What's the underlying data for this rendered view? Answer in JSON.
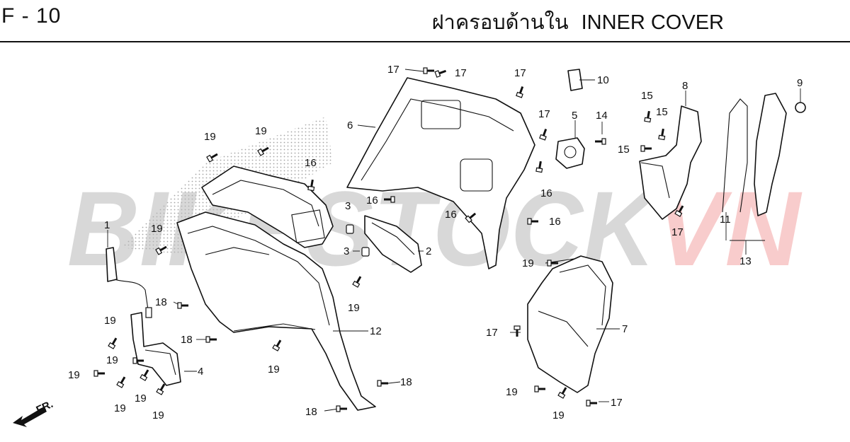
{
  "header": {
    "page_code": "F - 10",
    "title_thai": "ฝาครอบด้านใน",
    "title_en": "INNER COVER"
  },
  "watermark": {
    "main": "BIKESTOCK",
    "accent": "VN",
    "main_color": "#b9b9b9",
    "accent_color": "#f4a3a3"
  },
  "direction_label": "FR.",
  "callouts": [
    {
      "id": "c1",
      "text": "1"
    },
    {
      "id": "c2",
      "text": "2"
    },
    {
      "id": "c3a",
      "text": "3"
    },
    {
      "id": "c3b",
      "text": "3"
    },
    {
      "id": "c4",
      "text": "4"
    },
    {
      "id": "c5",
      "text": "5"
    },
    {
      "id": "c6",
      "text": "6"
    },
    {
      "id": "c7",
      "text": "7"
    },
    {
      "id": "c8",
      "text": "8"
    },
    {
      "id": "c9",
      "text": "9"
    },
    {
      "id": "c10",
      "text": "10"
    },
    {
      "id": "c11",
      "text": "11"
    },
    {
      "id": "c12",
      "text": "12"
    },
    {
      "id": "c13",
      "text": "13"
    },
    {
      "id": "c14",
      "text": "14"
    },
    {
      "id": "c15a",
      "text": "15"
    },
    {
      "id": "c15b",
      "text": "15"
    },
    {
      "id": "c15c",
      "text": "15"
    },
    {
      "id": "c16a",
      "text": "16"
    },
    {
      "id": "c16b",
      "text": "16"
    },
    {
      "id": "c16c",
      "text": "16"
    },
    {
      "id": "c16d",
      "text": "16"
    },
    {
      "id": "c16e",
      "text": "16"
    },
    {
      "id": "c17a",
      "text": "17"
    },
    {
      "id": "c17b",
      "text": "17"
    },
    {
      "id": "c17c",
      "text": "17"
    },
    {
      "id": "c17d",
      "text": "17"
    },
    {
      "id": "c17e",
      "text": "17"
    },
    {
      "id": "c17f",
      "text": "17"
    },
    {
      "id": "c17g",
      "text": "17"
    },
    {
      "id": "c18a",
      "text": "18"
    },
    {
      "id": "c18b",
      "text": "18"
    },
    {
      "id": "c18c",
      "text": "18"
    },
    {
      "id": "c18d",
      "text": "18"
    },
    {
      "id": "c19a",
      "text": "19"
    },
    {
      "id": "c19b",
      "text": "19"
    },
    {
      "id": "c19c",
      "text": "19"
    },
    {
      "id": "c19d",
      "text": "19"
    },
    {
      "id": "c19e",
      "text": "19"
    },
    {
      "id": "c19f",
      "text": "19"
    },
    {
      "id": "c19g",
      "text": "19"
    },
    {
      "id": "c19h",
      "text": "19"
    },
    {
      "id": "c19i",
      "text": "19"
    },
    {
      "id": "c19j",
      "text": "19"
    },
    {
      "id": "c19k",
      "text": "19"
    },
    {
      "id": "c19l",
      "text": "19"
    },
    {
      "id": "c19m",
      "text": "19"
    },
    {
      "id": "c19n",
      "text": "19"
    }
  ]
}
